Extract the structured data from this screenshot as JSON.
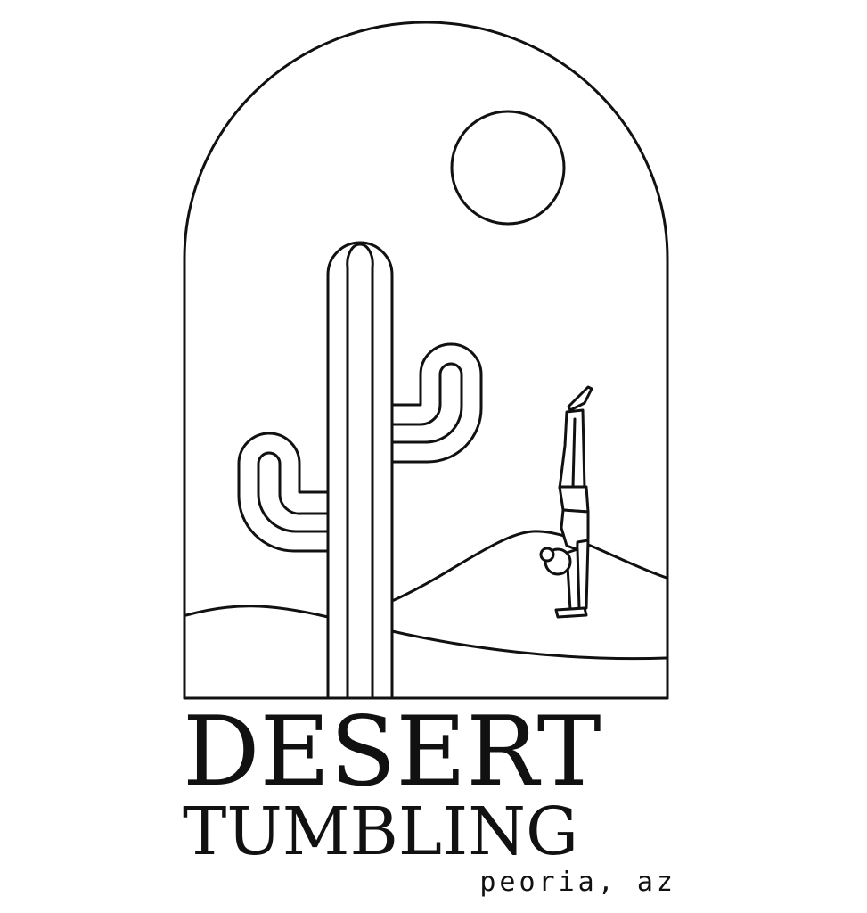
{
  "brand": {
    "title_line_1": "DESERT",
    "title_line_2": "TUMBLING",
    "location": "peoria, az"
  },
  "colors": {
    "ink": "#111111",
    "background": "#ffffff"
  },
  "illustration": {
    "elements": [
      "arch-frame-icon",
      "sun-icon",
      "saguaro-cactus-icon",
      "desert-hills-icon",
      "handstand-figure-icon"
    ]
  }
}
